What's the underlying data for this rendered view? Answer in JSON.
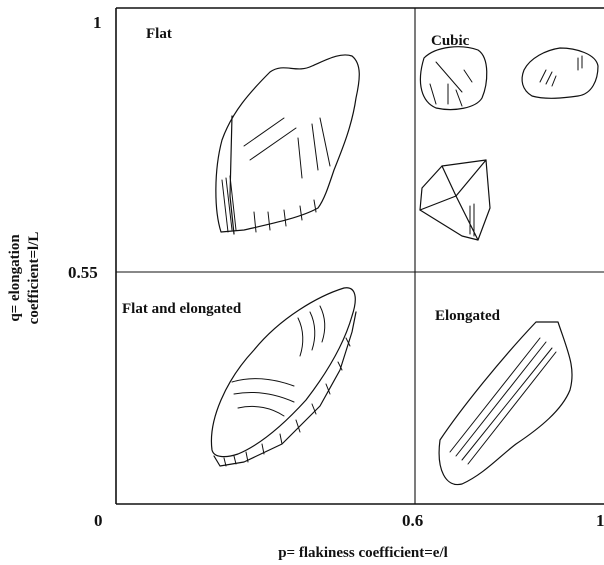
{
  "axes": {
    "x_label": "p= flakiness coefficient=e/l",
    "y_label_line1": "q= elongation",
    "y_label_line2": "coefficient=l/L",
    "x_ticks": [
      "0.6",
      "1"
    ],
    "y_ticks": [
      "1",
      "0.55",
      "0"
    ]
  },
  "regions": {
    "top_left": "Flat",
    "top_right": "Cubic",
    "bottom_left": "Flat and elongated",
    "bottom_right": "Elongated"
  }
}
